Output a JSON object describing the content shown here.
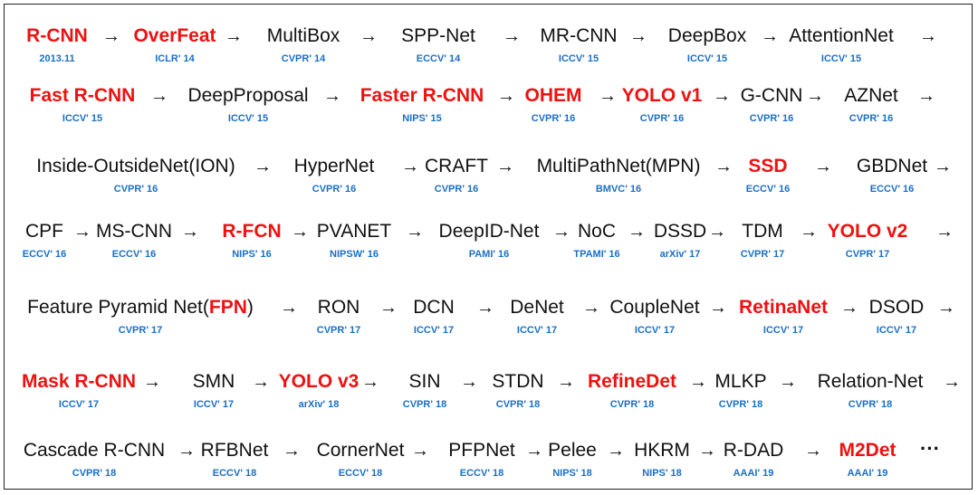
{
  "arrow": "→",
  "ellipsis": "···",
  "rows": [
    [
      {
        "label": "R-CNN",
        "venue": "2013.11",
        "hl": true
      },
      {
        "label": "OverFeat",
        "venue": "ICLR' 14",
        "hl": true
      },
      {
        "label": "MultiBox",
        "venue": "CVPR' 14"
      },
      {
        "label": "SPP-Net",
        "venue": "ECCV' 14"
      },
      {
        "label": "MR-CNN",
        "venue": "ICCV' 15"
      },
      {
        "label": "DeepBox",
        "venue": "ICCV' 15"
      },
      {
        "label": "AttentionNet",
        "venue": "ICCV' 15"
      }
    ],
    [
      {
        "label": "Fast R-CNN",
        "venue": "ICCV' 15",
        "hl": true
      },
      {
        "label": "DeepProposal",
        "venue": "ICCV' 15"
      },
      {
        "label": "Faster R-CNN",
        "venue": "NIPS' 15",
        "hl": true
      },
      {
        "label": "OHEM",
        "venue": "CVPR' 16",
        "hl": true
      },
      {
        "label": "YOLO v1",
        "venue": "CVPR' 16",
        "hl": true
      },
      {
        "label": "G-CNN",
        "venue": "CVPR' 16"
      },
      {
        "label": "AZNet",
        "venue": "CVPR' 16"
      }
    ],
    [
      {
        "label": "Inside-OutsideNet(ION)",
        "venue": "CVPR' 16"
      },
      {
        "label": "HyperNet",
        "venue": "CVPR' 16"
      },
      {
        "label": "CRAFT",
        "venue": "CVPR' 16"
      },
      {
        "label": "MultiPathNet(MPN)",
        "venue": "BMVC' 16"
      },
      {
        "label": "SSD",
        "venue": "ECCV' 16",
        "hl": true
      },
      {
        "label": "GBDNet",
        "venue": "ECCV' 16"
      }
    ],
    [
      {
        "label": "CPF",
        "venue": "ECCV' 16"
      },
      {
        "label": "MS-CNN",
        "venue": "ECCV' 16"
      },
      {
        "label": "R-FCN",
        "venue": "NIPS' 16",
        "hl": true
      },
      {
        "label": "PVANET",
        "venue": "NIPSW' 16"
      },
      {
        "label": "DeepID-Net",
        "venue": "PAMI' 16"
      },
      {
        "label": "NoC",
        "venue": "TPAMI' 16"
      },
      {
        "label": "DSSD",
        "venue": "arXiv' 17"
      },
      {
        "label": "TDM",
        "venue": "CVPR' 17"
      },
      {
        "label": "YOLO v2",
        "venue": "CVPR' 17",
        "hl": true
      }
    ],
    [
      {
        "label": "Feature Pyramid Net(",
        "label_red": "FPN",
        "label_after": ")",
        "venue": "CVPR' 17"
      },
      {
        "label": "RON",
        "venue": "CVPR' 17"
      },
      {
        "label": "DCN",
        "venue": "ICCV' 17"
      },
      {
        "label": "DeNet",
        "venue": "ICCV' 17"
      },
      {
        "label": "CoupleNet",
        "venue": "ICCV' 17"
      },
      {
        "label": "RetinaNet",
        "venue": "ICCV' 17",
        "hl": true
      },
      {
        "label": "DSOD",
        "venue": "ICCV' 17"
      }
    ],
    [
      {
        "label": "Mask R-CNN",
        "venue": "ICCV' 17",
        "hl": true
      },
      {
        "label": "SMN",
        "venue": "ICCV' 17"
      },
      {
        "label": "YOLO v3",
        "venue": "arXiv' 18",
        "hl": true
      },
      {
        "label": "SIN",
        "venue": "CVPR' 18"
      },
      {
        "label": "STDN",
        "venue": "CVPR' 18"
      },
      {
        "label": "RefineDet",
        "venue": "CVPR' 18",
        "hl": true
      },
      {
        "label": "MLKP",
        "venue": "CVPR' 18"
      },
      {
        "label": "Relation-Net",
        "venue": "CVPR' 18"
      }
    ],
    [
      {
        "label": "Cascade R-CNN",
        "venue": "CVPR' 18"
      },
      {
        "label": "RFBNet",
        "venue": "ECCV' 18"
      },
      {
        "label": "CornerNet",
        "venue": "ECCV' 18"
      },
      {
        "label": "PFPNet",
        "venue": "ECCV' 18"
      },
      {
        "label": "Pelee",
        "venue": "NIPS' 18"
      },
      {
        "label": "HKRM",
        "venue": "NIPS' 18"
      },
      {
        "label": "R-DAD",
        "venue": "AAAI' 19"
      },
      {
        "label": "M2Det",
        "venue": "AAAI' 19",
        "hl": true
      }
    ]
  ]
}
